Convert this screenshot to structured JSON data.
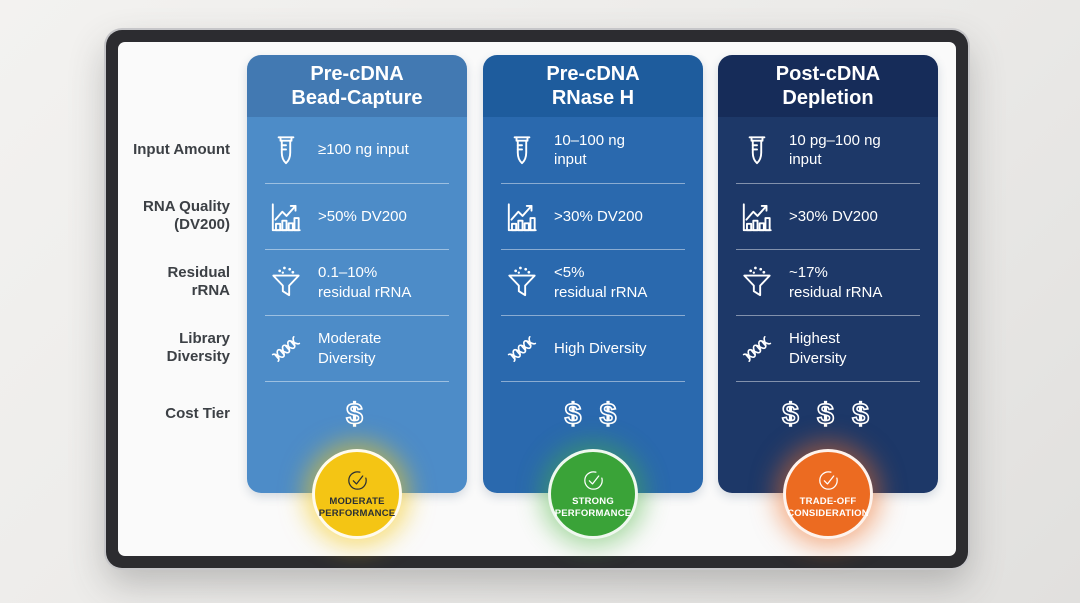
{
  "row_labels": [
    {
      "label": "Input Amount"
    },
    {
      "label": "RNA Quality (DV200)"
    },
    {
      "label": "Residual rRNA"
    },
    {
      "label": "Library Diversity"
    },
    {
      "label": "Cost Tier"
    }
  ],
  "icons": {
    "input_amount": "test-tube-icon",
    "rna_quality": "bar-chart-icon",
    "residual_rrna": "funnel-icon",
    "library_diversity": "dna-helix-icon",
    "badge": "check-circle-icon"
  },
  "columns": [
    {
      "title_line1": "Pre-cDNA",
      "title_line2": "Bead-Capture",
      "header_color": "#4279b2",
      "body_color": "#4d8cc8",
      "input_amount": "≥100 ng input",
      "rna_quality": ">50% DV200",
      "residual_rrna": "0.1–10%\nresidual rRNA",
      "library_diversity": "Moderate\nDiversity",
      "cost_tier": "$",
      "badge": {
        "label": "MODERATE\nPERFORMANCE",
        "color": "#f4c514",
        "text_color": "#2b3034"
      }
    },
    {
      "title_line1": "Pre-cDNA",
      "title_line2": "RNase H",
      "header_color": "#1e5c9d",
      "body_color": "#2a69ae",
      "input_amount": "10–100 ng\ninput",
      "rna_quality": ">30% DV200",
      "residual_rrna": "<5%\nresidual rRNA",
      "library_diversity": "High Diversity",
      "cost_tier": "$ $",
      "badge": {
        "label": "STRONG\nPERFORMANCE",
        "color": "#3aa338",
        "text_color": "#ffffff"
      }
    },
    {
      "title_line1": "Post-cDNA",
      "title_line2": "Depletion",
      "header_color": "#162c59",
      "body_color": "#1d3868",
      "input_amount": "10 pg–100 ng\ninput",
      "rna_quality": ">30% DV200",
      "residual_rrna": "~17%\nresidual rRNA",
      "library_diversity": "Highest\nDiversity",
      "cost_tier": "$ $ $",
      "badge": {
        "label": "TRADE-OFF\nCONSIDERATION",
        "color": "#ec6b21",
        "text_color": "#ffffff"
      }
    }
  ]
}
